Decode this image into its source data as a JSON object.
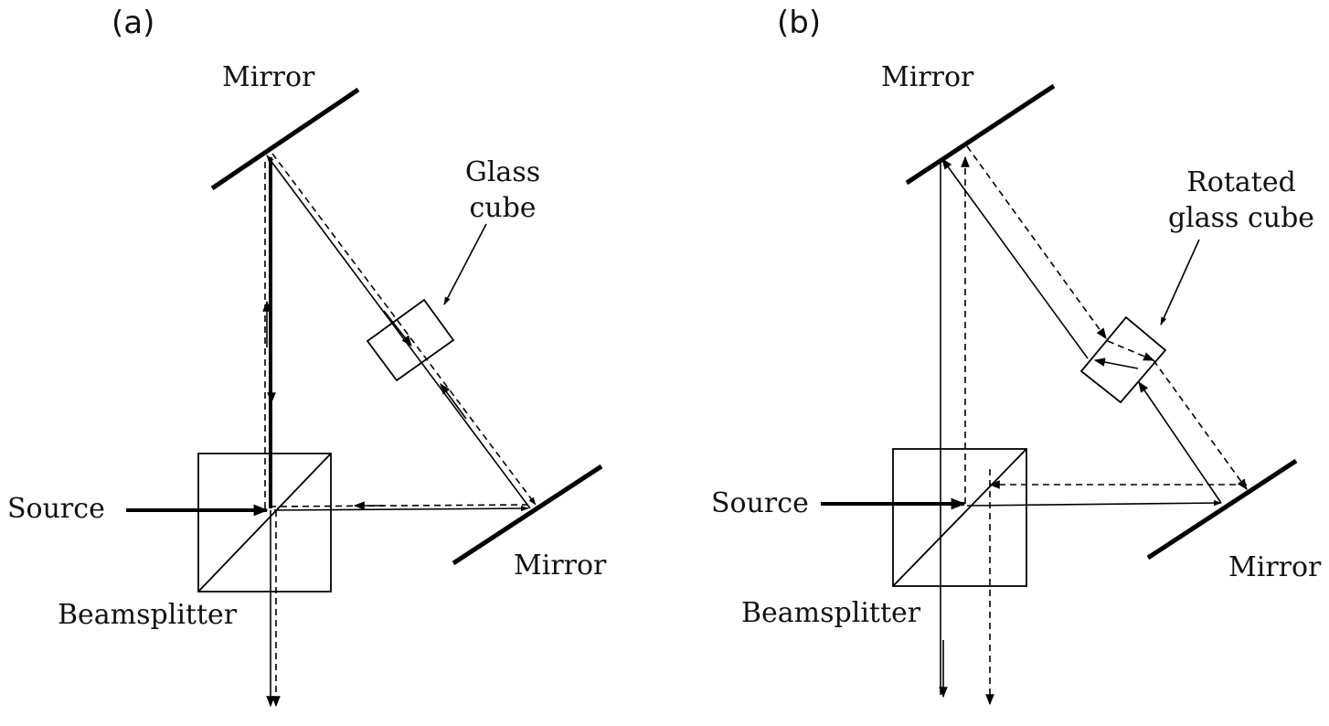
{
  "panel_a": {
    "label": "(a)",
    "mirror_top": "Mirror",
    "mirror_right": "Mirror",
    "cube_line1": "Glass",
    "cube_line2": "cube",
    "source": "Source",
    "beamsplitter": "Beamsplitter"
  },
  "panel_b": {
    "label": "(b)",
    "mirror_top": "Mirror",
    "mirror_right": "Mirror",
    "cube_line1": "Rotated",
    "cube_line2": "glass cube",
    "source": "Source",
    "beamsplitter": "Beamsplitter"
  }
}
